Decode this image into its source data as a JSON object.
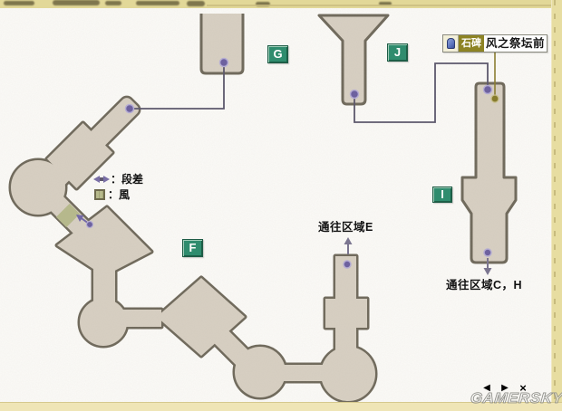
{
  "map": {
    "area_labels": [
      {
        "label": "G"
      },
      {
        "label": "J"
      },
      {
        "label": "F"
      },
      {
        "label": "I"
      }
    ],
    "stone_label": {
      "icon": "stone-monument-icon",
      "category": "石碑",
      "name": "风之祭坛前"
    },
    "legend": {
      "step_icon": "step-marker-icon",
      "step_label": "：段差",
      "wind_icon": "wind-tile-icon",
      "wind_label": "：風"
    },
    "routes": {
      "to_e": "通往区域E",
      "to_ch": "通往区域C，H"
    },
    "colors": {
      "accent_green": "#2F8C6E",
      "corridor_fill": "#D8D0C3",
      "corridor_border": "#6F695B",
      "marker_purple": "#6B5FA0",
      "stone_olive": "#8D8324",
      "wind_tile": "#B7BA8C",
      "paper_yellow": "#E7DDA1"
    }
  },
  "viewer": {
    "watermark": "GAMERSKY",
    "prev": "◀",
    "next": "▶",
    "close": "×"
  }
}
